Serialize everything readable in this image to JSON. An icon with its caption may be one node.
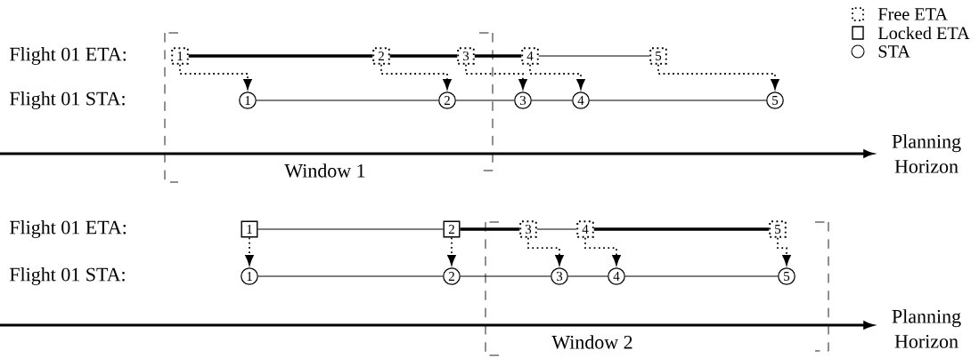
{
  "diagram": {
    "nodes": [
      {
        "text": [
          "1"
        ]
      },
      {
        "text": [
          "2"
        ]
      },
      {
        "text": [
          "3"
        ]
      },
      {
        "text": [
          "4"
        ]
      },
      {
        "text": [
          "5"
        ]
      },
      {
        "text": [
          "1"
        ]
      },
      {
        "text": [
          "2"
        ]
      },
      {
        "text": [
          "3"
        ]
      },
      {
        "text": [
          "4"
        ]
      },
      {
        "text": [
          "5"
        ]
      },
      {
        "text": [
          "1"
        ]
      },
      {
        "text": [
          "2"
        ]
      },
      {
        "text": [
          "3"
        ]
      },
      {
        "text": [
          "4"
        ]
      },
      {
        "text": [
          "5"
        ]
      },
      {
        "text": [
          "1"
        ]
      },
      {
        "text": [
          "2"
        ]
      },
      {
        "text": [
          "3"
        ]
      },
      {
        "text": [
          "4"
        ]
      },
      {
        "text": [
          "5"
        ]
      }
    ],
    "edges": [
      {
        "from": 0,
        "to": 1,
        "arrow": "none",
        "style": "thick"
      },
      {
        "from": 1,
        "to": 2,
        "arrow": "none",
        "style": "thick"
      },
      {
        "from": 2,
        "to": 3,
        "arrow": "none",
        "style": "thick"
      },
      {
        "from": 3,
        "to": 4,
        "arrow": "none"
      },
      {
        "from": 5,
        "to": 6,
        "arrow": "none"
      },
      {
        "from": 6,
        "to": 7,
        "arrow": "none"
      },
      {
        "from": 7,
        "to": 8,
        "arrow": "none"
      },
      {
        "from": 8,
        "to": 9,
        "arrow": "none"
      },
      {
        "from": 0,
        "to": 5,
        "arrow": "to",
        "style": "dashed"
      },
      {
        "from": 1,
        "to": 6,
        "arrow": "to",
        "style": "dashed"
      },
      {
        "from": 2,
        "to": 7,
        "arrow": "to",
        "style": "dashed"
      },
      {
        "from": 3,
        "to": 8,
        "arrow": "to",
        "style": "dashed"
      },
      {
        "from": 4,
        "to": 9,
        "arrow": "to",
        "style": "dashed"
      },
      {
        "from": 10,
        "to": 11,
        "arrow": "none"
      },
      {
        "from": 11,
        "to": 12,
        "arrow": "none",
        "style": "thick"
      },
      {
        "from": 12,
        "to": 13,
        "arrow": "none"
      },
      {
        "from": 13,
        "to": 14,
        "arrow": "none",
        "style": "thick"
      },
      {
        "from": 15,
        "to": 16,
        "arrow": "none"
      },
      {
        "from": 16,
        "to": 17,
        "arrow": "none"
      },
      {
        "from": 17,
        "to": 18,
        "arrow": "none"
      },
      {
        "from": 18,
        "to": 19,
        "arrow": "none"
      },
      {
        "from": 10,
        "to": 15,
        "arrow": "to",
        "style": "dashed"
      },
      {
        "from": 11,
        "to": 16,
        "arrow": "to",
        "style": "dashed"
      },
      {
        "from": 12,
        "to": 17,
        "arrow": "to",
        "style": "dashed"
      },
      {
        "from": 13,
        "to": 18,
        "arrow": "to",
        "style": "dashed"
      },
      {
        "from": 14,
        "to": 19,
        "arrow": "to",
        "style": "dashed"
      }
    ],
    "labels": [
      "Flight 01 ETA:",
      "Flight 01 STA:",
      "Planning Horizon",
      "Window 1",
      "Flight 01 ETA:",
      "Flight 01 STA:",
      "Planning Horizon",
      "Window 2"
    ],
    "legend": [
      {
        "text": "Free ETA"
      },
      {
        "text": "Locked ETA"
      },
      {
        "text": "STA"
      }
    ]
  }
}
